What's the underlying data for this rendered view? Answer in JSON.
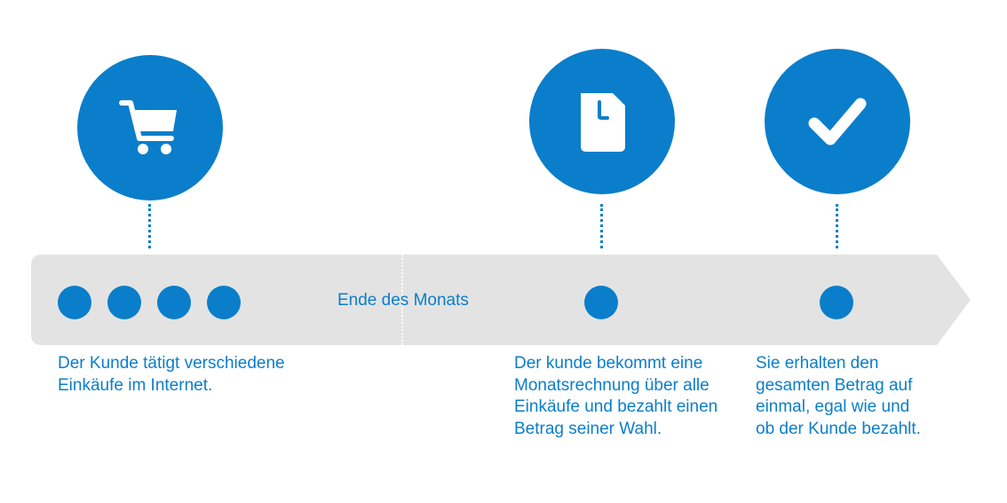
{
  "colors": {
    "accent": "#0a7ecb",
    "bar": "#e3e3e3",
    "background": "#ffffff"
  },
  "steps": [
    {
      "icon": "shopping-cart-icon",
      "lines": [
        "Der Kunde tätigt verschiedene",
        "Einkäufe im Internet."
      ]
    },
    {
      "icon": "document-icon",
      "lines": [
        "Der kunde bekommt eine",
        "Monatsrechnung über alle",
        "Einkäufe und bezahlt einen",
        "Betrag seiner Wahl."
      ]
    },
    {
      "icon": "checkmark-icon",
      "lines": [
        "Sie erhalten den",
        "gesamten Betrag auf",
        "einmal, egal wie und",
        "ob der Kunde bezahlt."
      ]
    }
  ],
  "timeline": {
    "month_label": "Ende des Monats"
  }
}
